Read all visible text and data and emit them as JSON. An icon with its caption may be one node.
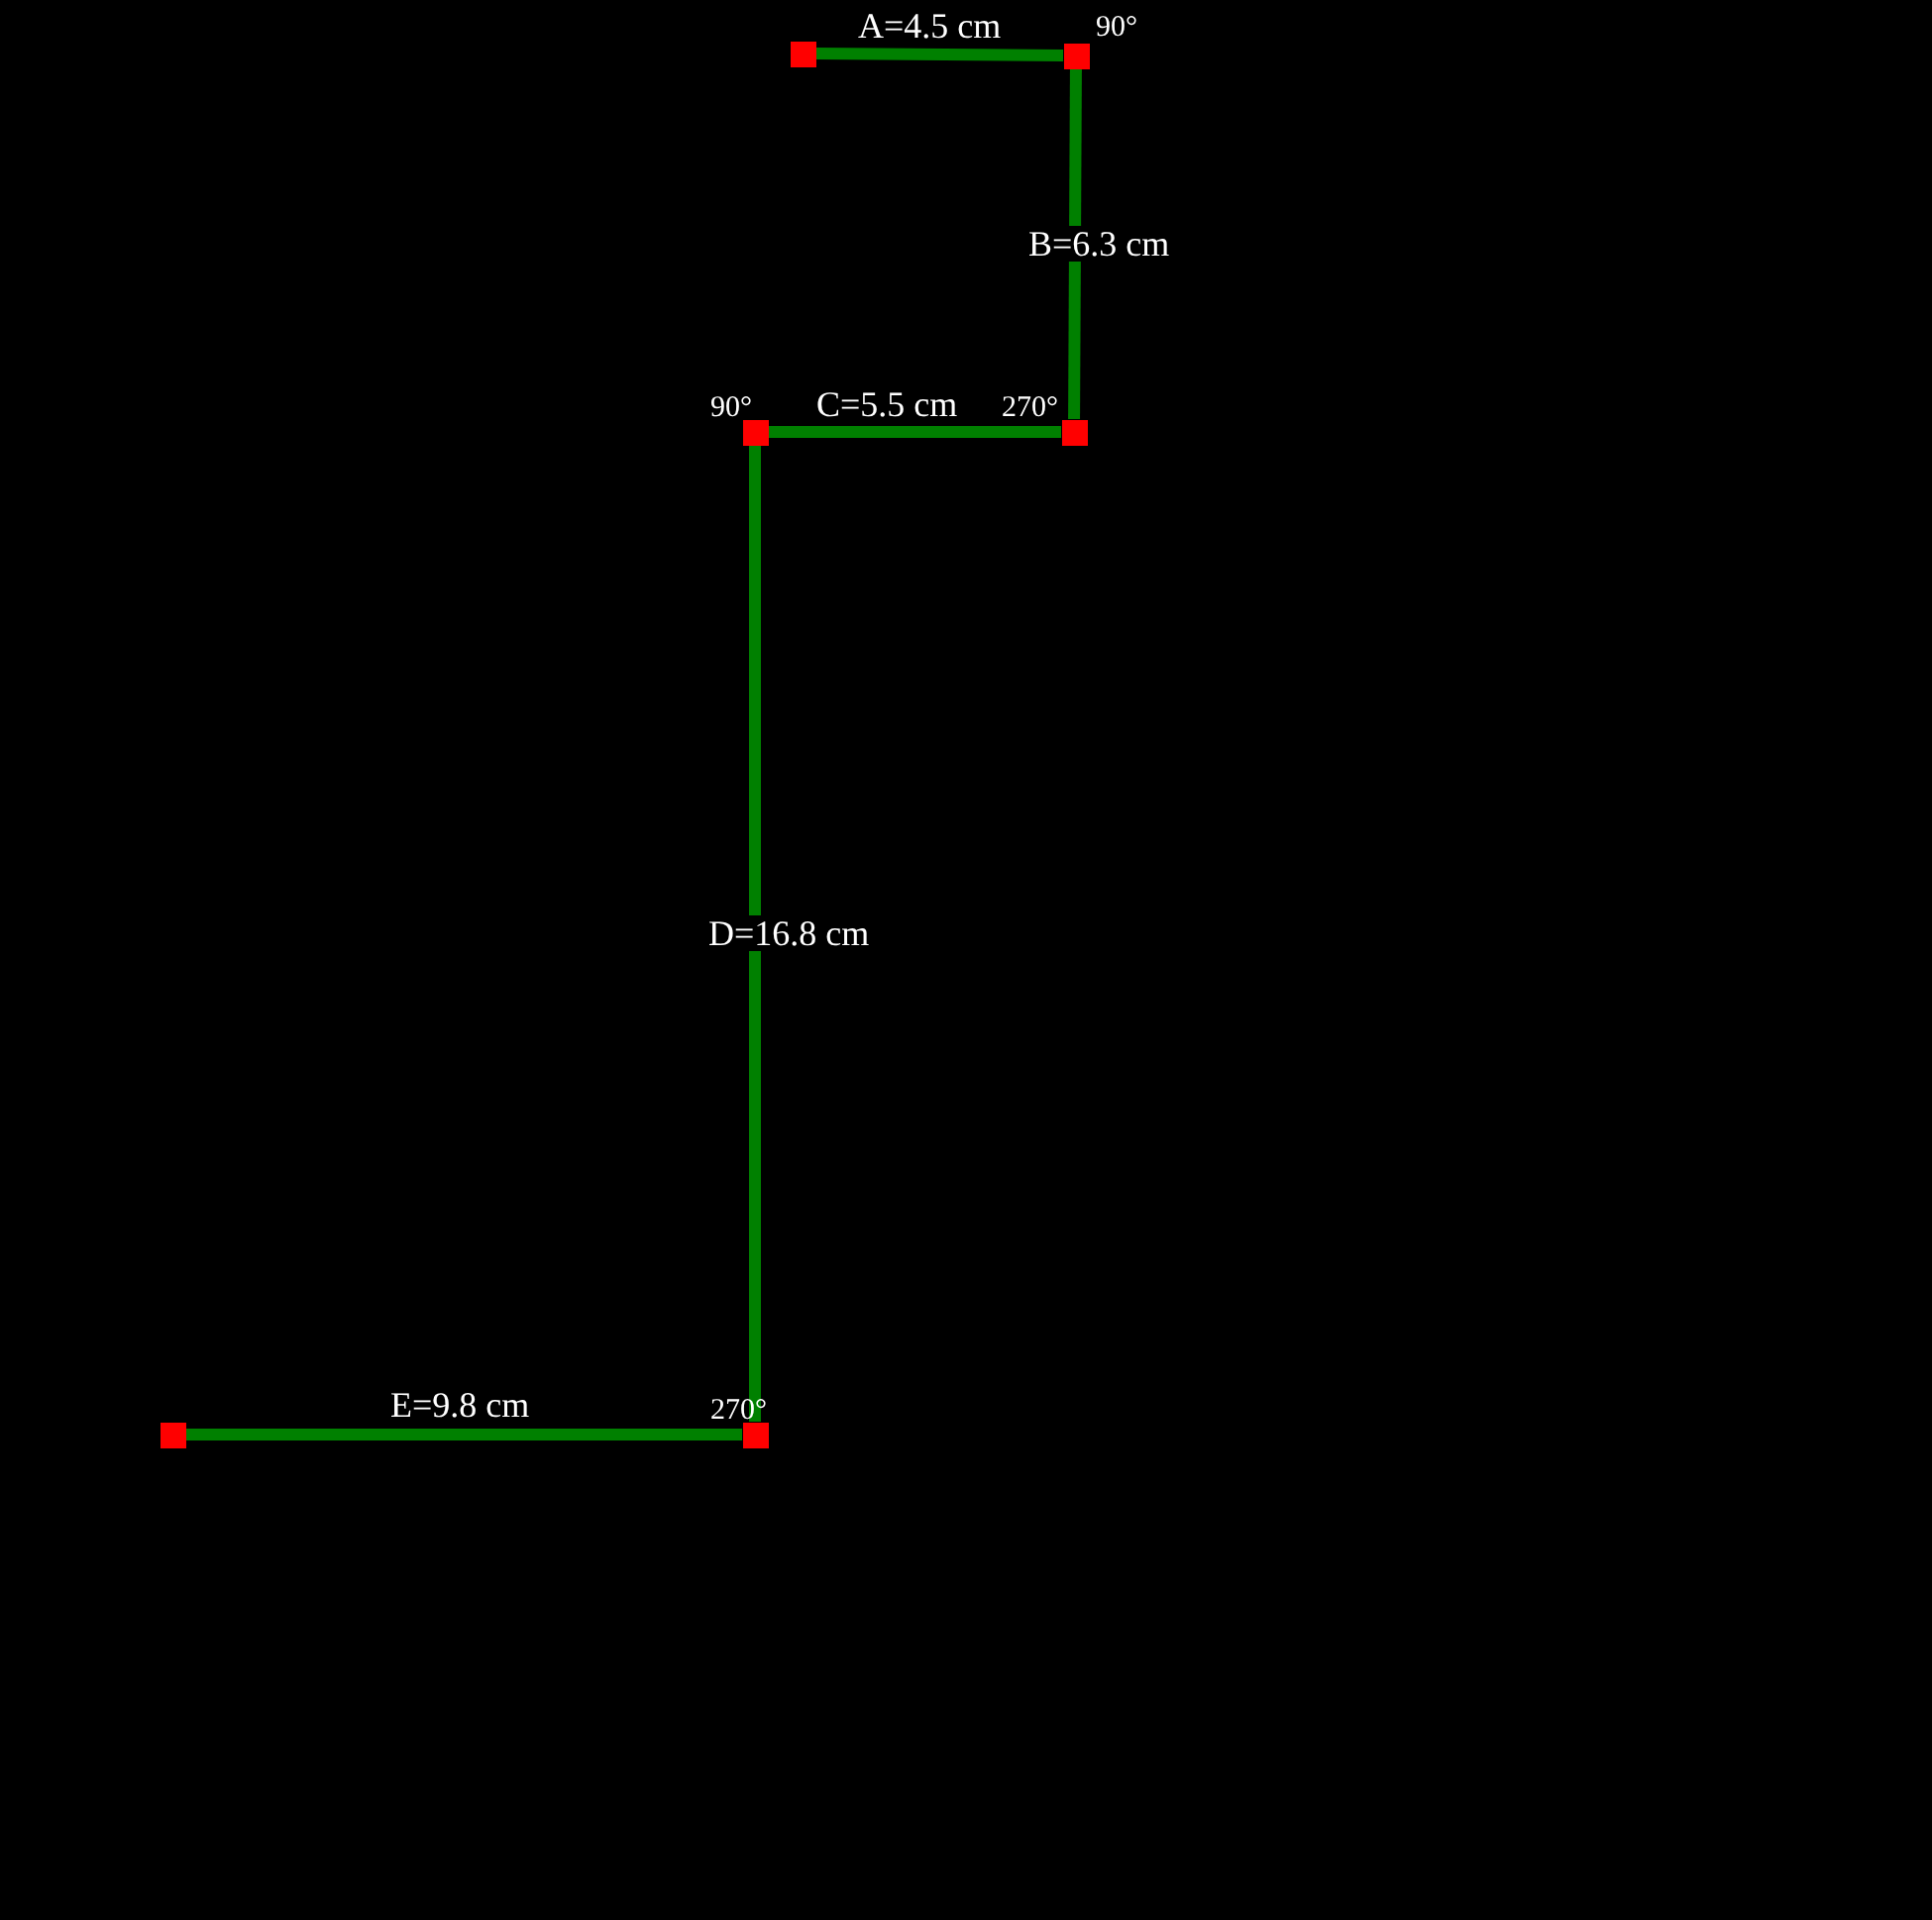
{
  "diagram": {
    "nodes": [
      {
        "text": [],
        "shape": "box"
      },
      {
        "text": [],
        "shape": "box",
        "beside": [
          "90°"
        ]
      },
      {
        "text": [],
        "shape": "box",
        "beside": [
          "270°"
        ]
      },
      {
        "text": [],
        "shape": "box",
        "beside": [
          "90°"
        ]
      },
      {
        "text": [],
        "shape": "box",
        "beside": [
          "270°"
        ]
      },
      {
        "text": [],
        "shape": "box"
      }
    ],
    "edges": [
      {
        "from": 0,
        "to": 1,
        "arrow": "none",
        "label": "A=4.5 cm"
      },
      {
        "from": 1,
        "to": 2,
        "arrow": "none",
        "label": "B=6.3 cm"
      },
      {
        "from": 2,
        "to": 3,
        "arrow": "none",
        "label": "C=5.5 cm"
      },
      {
        "from": 3,
        "to": 4,
        "arrow": "none",
        "label": "D=16.8 cm"
      },
      {
        "from": 4,
        "to": 5,
        "arrow": "none",
        "label": "E=9.8 cm"
      }
    ]
  }
}
